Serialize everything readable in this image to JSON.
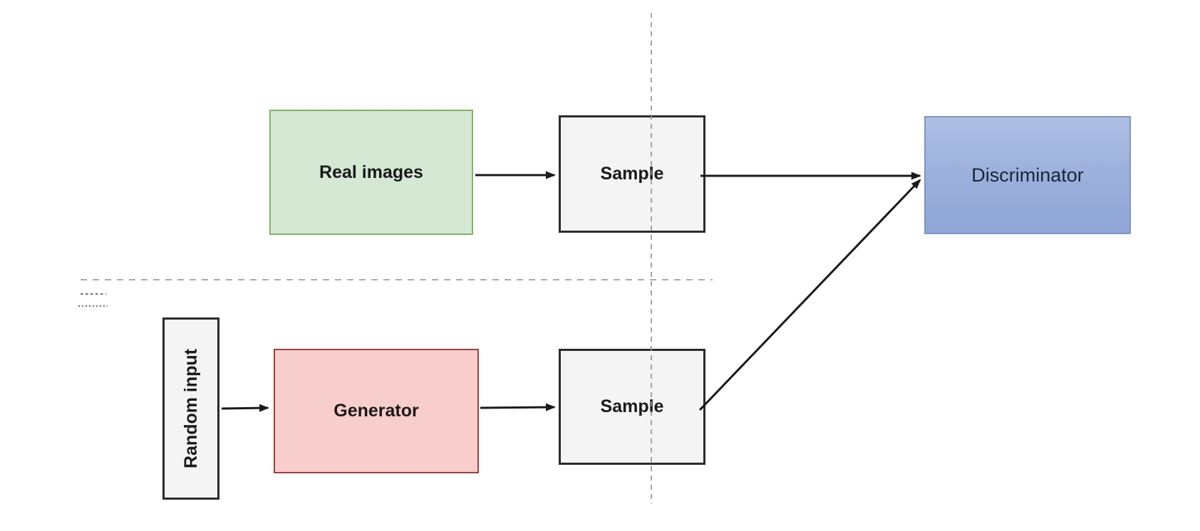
{
  "diagram": {
    "background": "#ffffff",
    "nodes": {
      "real_images": {
        "label": "Real images",
        "fill": "#d5e8d4",
        "border": "#82b366"
      },
      "sample_top": {
        "label": "Sample",
        "fill": "#f4f4f4",
        "border": "#2b2b2b"
      },
      "discriminator": {
        "label": "Discriminator",
        "fill_top": "#aebfe3",
        "fill_bottom": "#90a6d6",
        "border": "#7e95cc",
        "text_color": "#1b2437"
      },
      "random_input": {
        "label": "Random input",
        "fill": "#f4f4f4",
        "border": "#2b2b2b"
      },
      "generator": {
        "label": "Generator",
        "fill": "#f8cecc",
        "border": "#9e403e"
      },
      "sample_bottom": {
        "label": "Sample",
        "fill": "#f4f4f4",
        "border": "#2b2b2b"
      }
    },
    "edges": [
      {
        "from": "real_images",
        "to": "sample_top",
        "style": "arrow-horizontal"
      },
      {
        "from": "random_input",
        "to": "generator",
        "style": "arrow-horizontal"
      },
      {
        "from": "generator",
        "to": "sample_bottom",
        "style": "arrow-horizontal"
      },
      {
        "from": "sample_top",
        "to": "discriminator",
        "style": "arrow-horizontal"
      },
      {
        "from": "sample_bottom",
        "to": "discriminator",
        "style": "arrow-diagonal"
      }
    ],
    "guides": {
      "vertical_dashed_line": "center divider through Sample column",
      "horizontal_dashed_line": "divider between real and generated branches",
      "color": "#909090"
    },
    "arrow_color": "#1a1a1a"
  }
}
